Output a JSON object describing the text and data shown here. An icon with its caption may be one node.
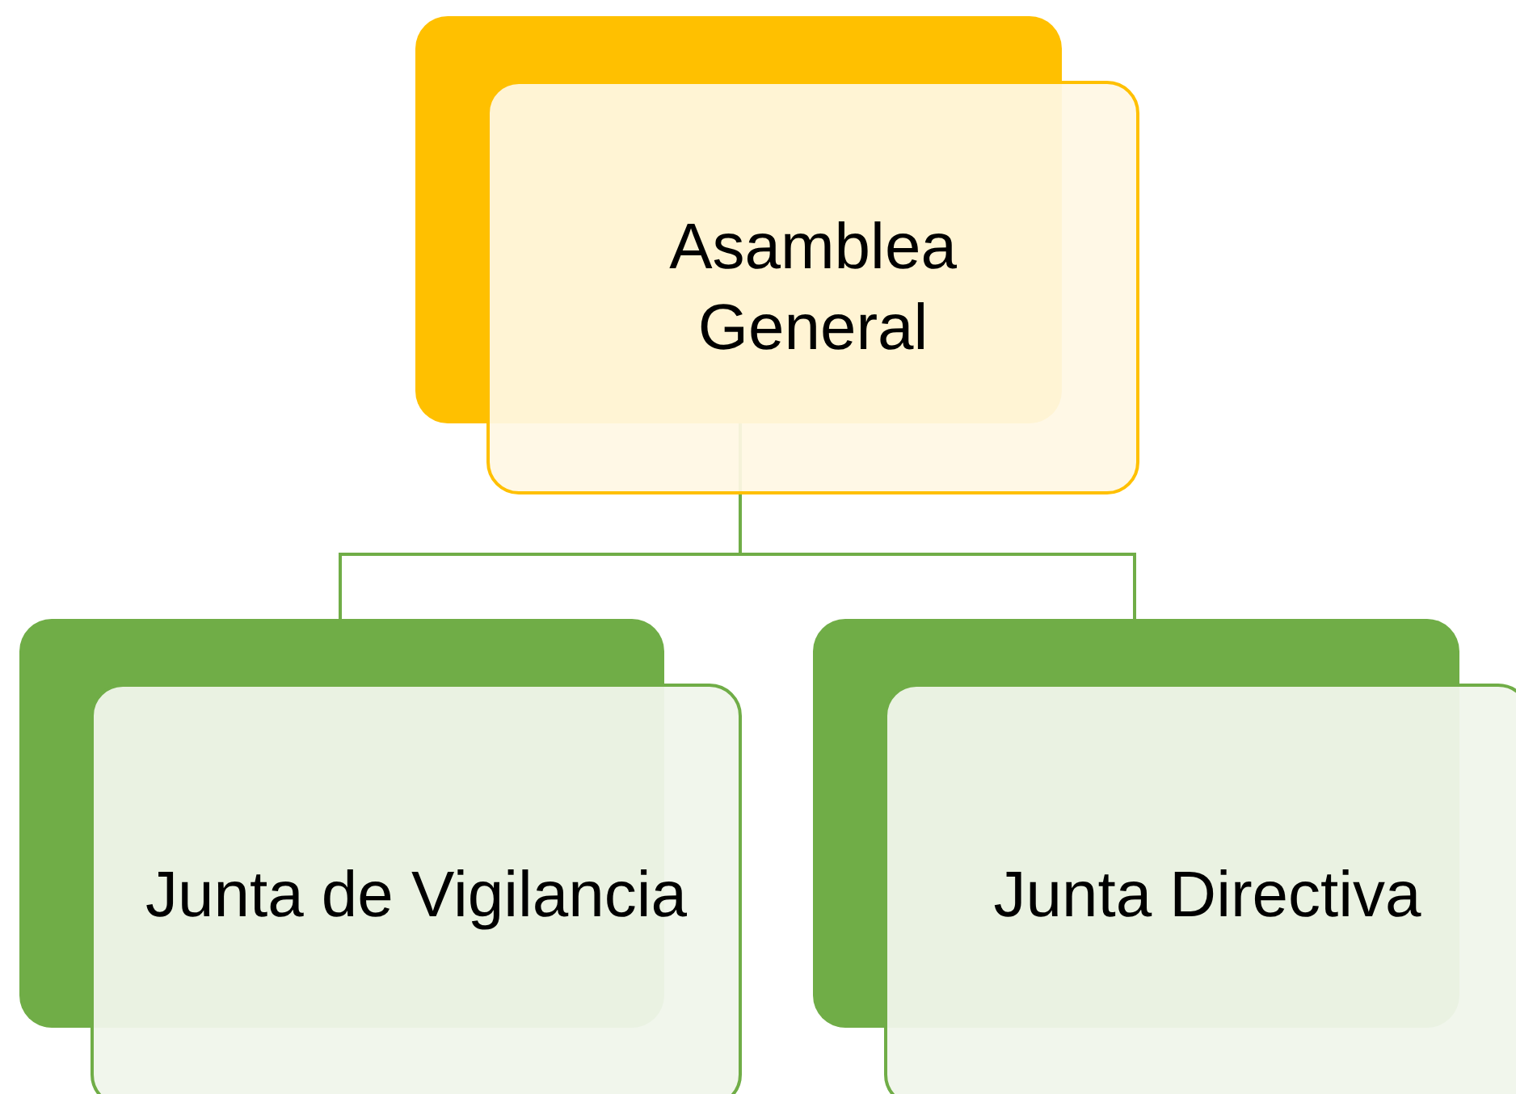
{
  "diagram": {
    "nodes": [
      {
        "text": [
          "Asamblea General"
        ]
      },
      {
        "text": [
          "Junta de Vigilancia"
        ]
      },
      {
        "text": [
          "Junta Directiva"
        ]
      }
    ],
    "edges": [
      {
        "from": 0,
        "to": 1,
        "arrow": "none"
      },
      {
        "from": 0,
        "to": 2,
        "arrow": "none"
      }
    ]
  }
}
